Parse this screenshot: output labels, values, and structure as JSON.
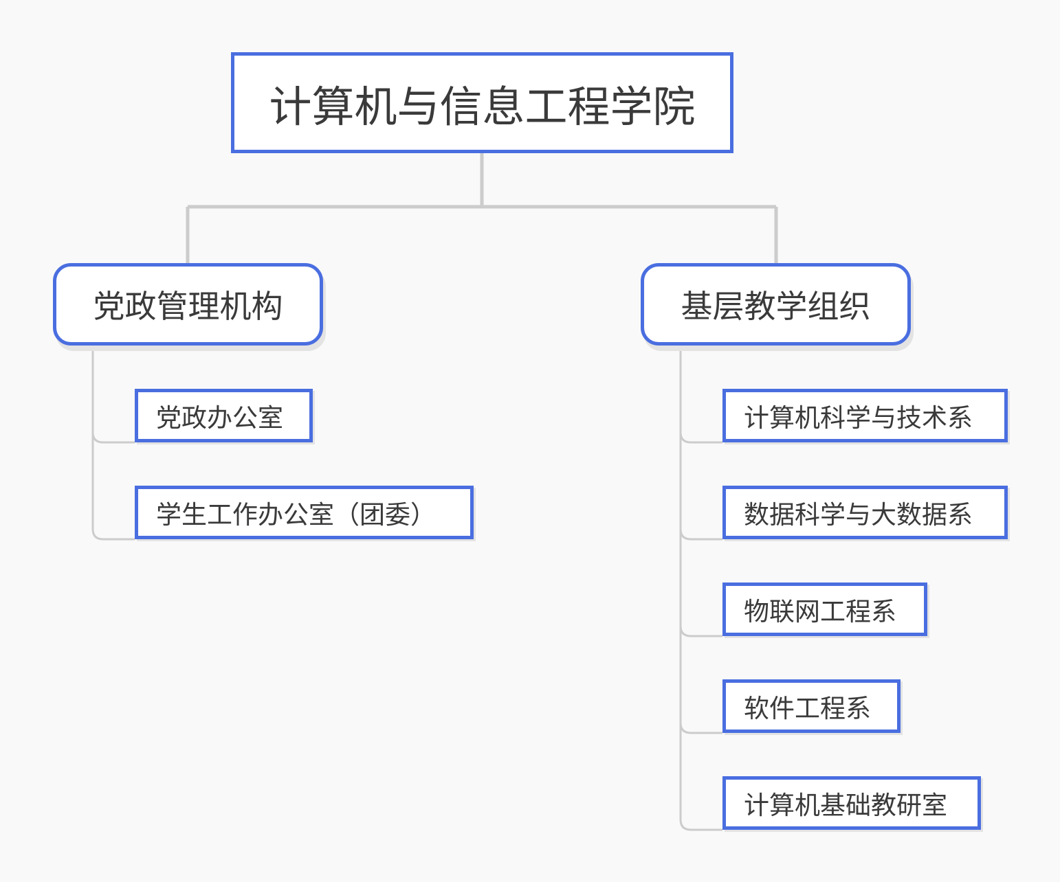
{
  "root": {
    "label": "计算机与信息工程学院"
  },
  "branches": [
    {
      "label": "党政管理机构",
      "children": [
        "党政办公室",
        "学生工作办公室（团委）"
      ]
    },
    {
      "label": "基层教学组织",
      "children": [
        "计算机科学与技术系",
        "数据科学与大数据系",
        "物联网工程系",
        "软件工程系",
        "计算机基础教研室"
      ]
    }
  ],
  "colors": {
    "node_border": "#4a6ee0",
    "connector": "#cccccc",
    "background": "#f9f9f9",
    "text": "#3a3a3a"
  }
}
